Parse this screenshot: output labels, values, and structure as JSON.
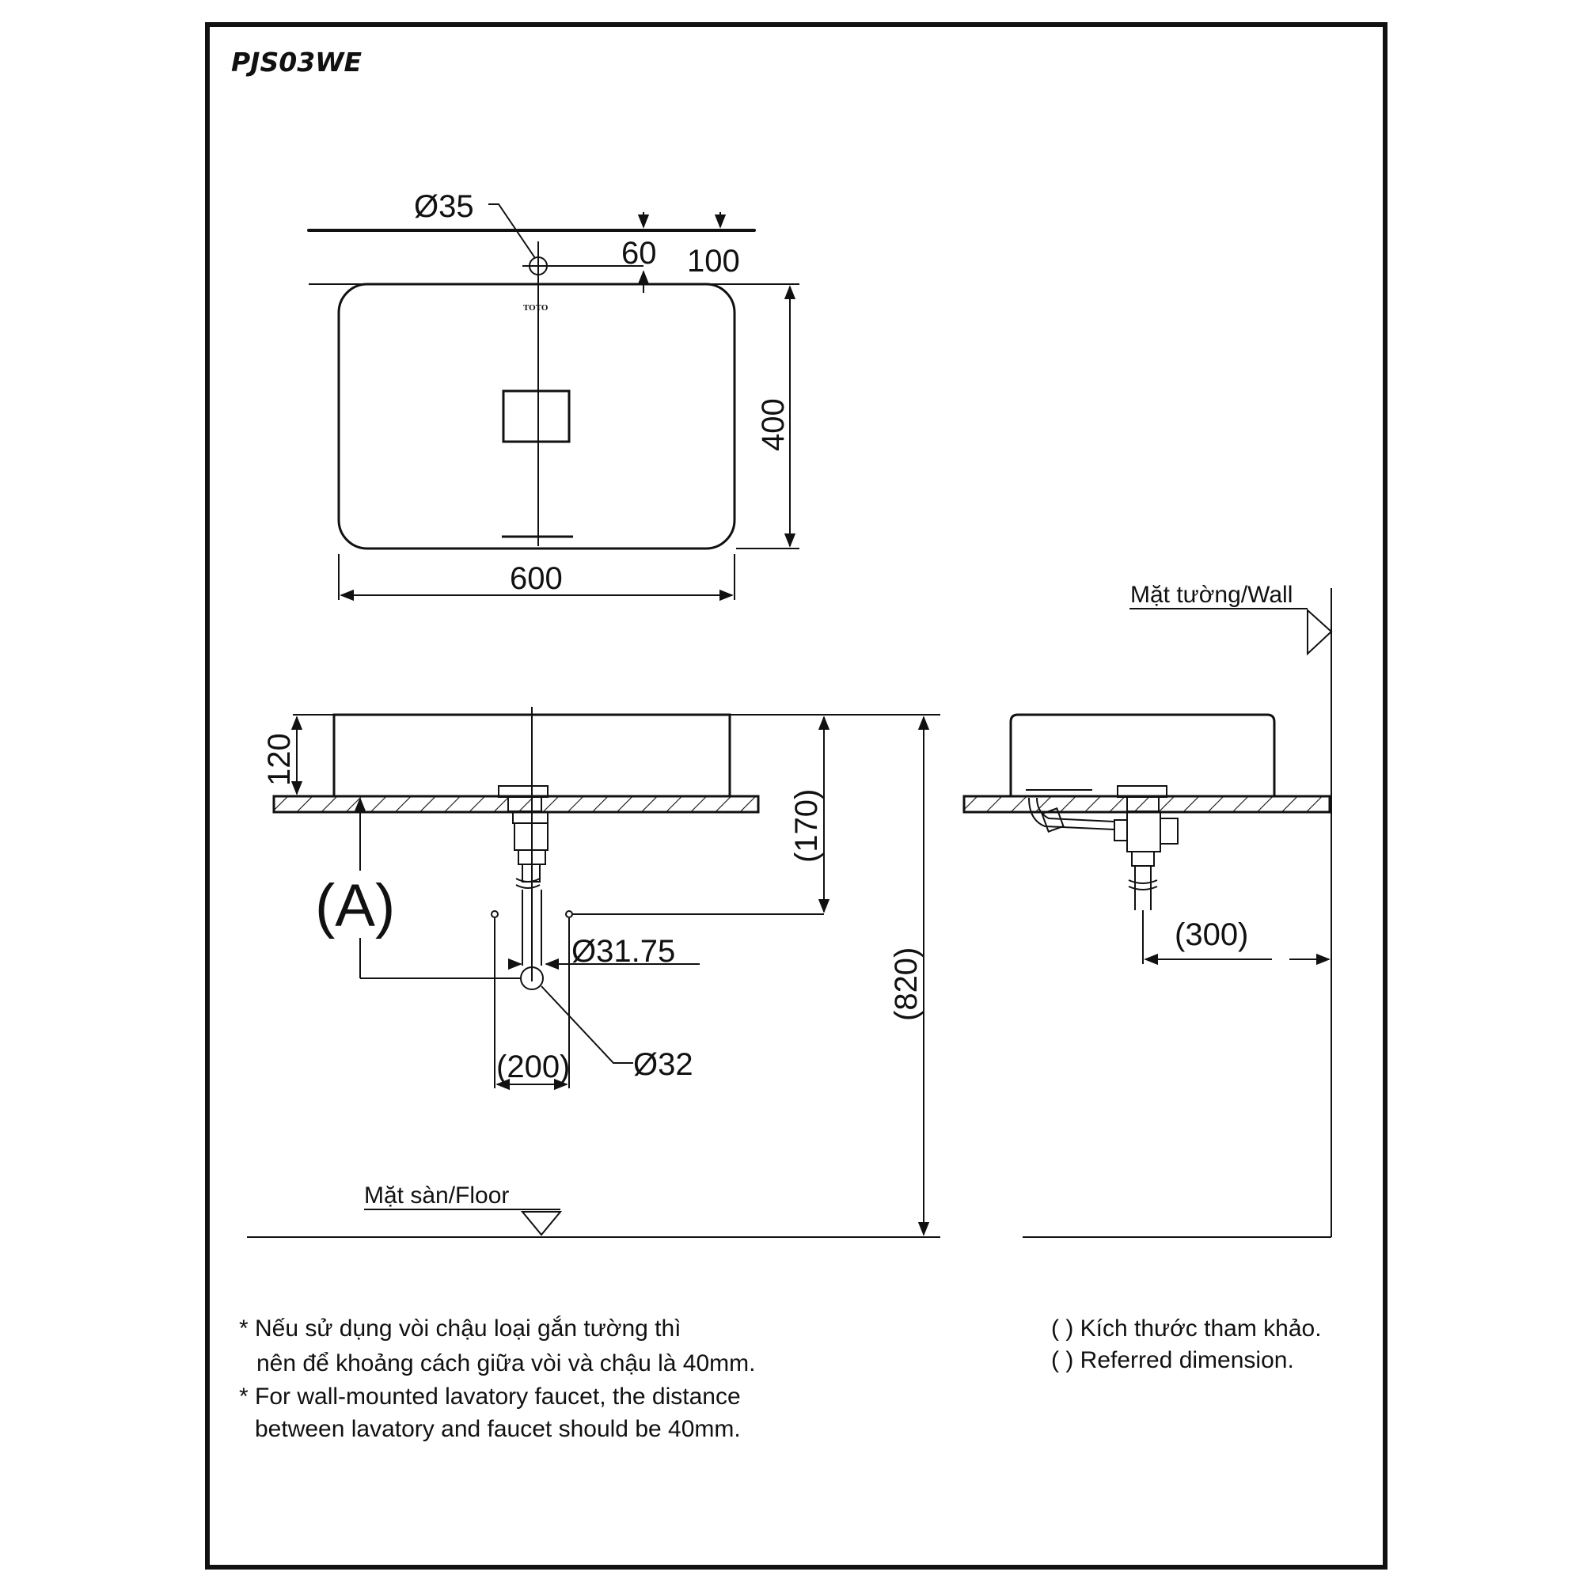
{
  "model": "PJS03WE",
  "brand_logo": "TOTO",
  "top_view": {
    "hole_diameter": "Ø35",
    "dim_60": "60",
    "dim_100": "100",
    "width": "600",
    "depth": "400"
  },
  "front_view": {
    "height_120": "120",
    "dim_170": "(170)",
    "label_a": "(A)",
    "pipe_diameter": "Ø31.75",
    "drain_diameter": "Ø32",
    "dim_200": "(200)",
    "height_820": "(820)",
    "floor_label": "Mặt sàn/Floor"
  },
  "side_view": {
    "wall_label": "Mặt tường/Wall",
    "dim_300": "(300)"
  },
  "notes": {
    "vi_line1": "* Nếu sử dụng vòi chậu loại gắn tường thì",
    "vi_line2": "nên để khoảng cách giữa vòi và chậu là 40mm.",
    "en_line1": "* For wall-mounted lavatory faucet, the distance",
    "en_line2": "between lavatory and faucet should be 40mm."
  },
  "legend": {
    "vi": "( ) Kích thước tham khảo.",
    "en": "( ) Referred dimension."
  }
}
